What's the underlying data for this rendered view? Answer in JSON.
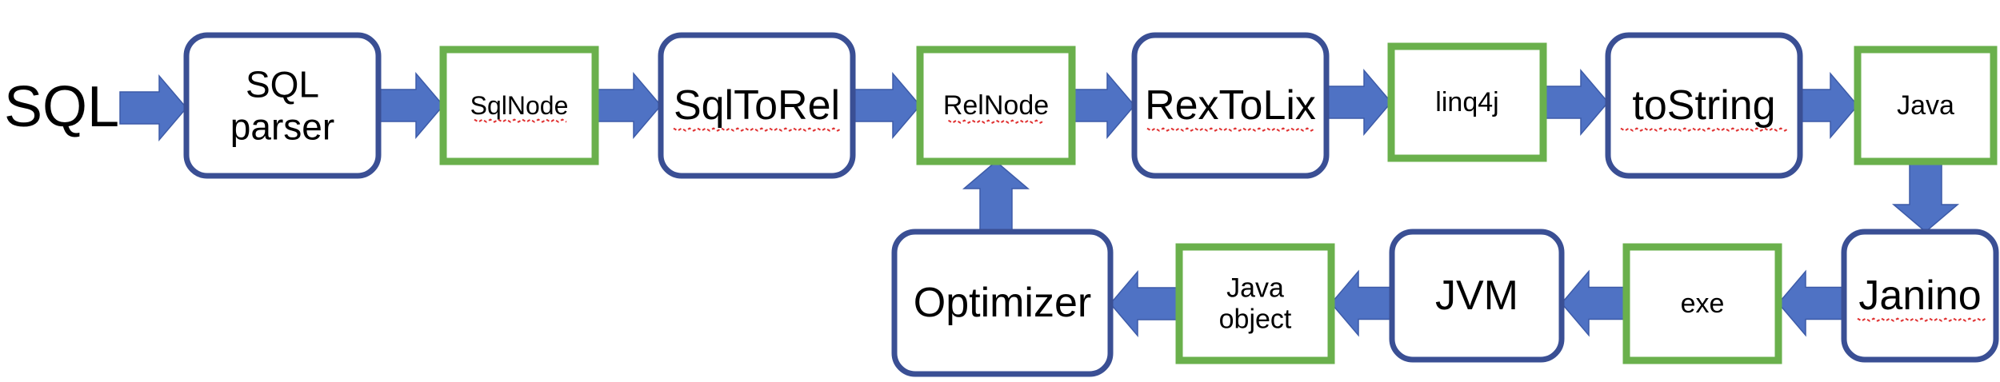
{
  "colors": {
    "process_border": "#3a4f94",
    "data_border": "#6ab04c",
    "arrow_fill": "#4f72c4",
    "text": "#000000"
  },
  "diagram": {
    "input_label": "SQL",
    "nodes": [
      {
        "id": "sql-parser",
        "kind": "process",
        "lines": [
          "SQL",
          "parser"
        ]
      },
      {
        "id": "sqlnode",
        "kind": "data",
        "lines": [
          "SqlNode"
        ]
      },
      {
        "id": "sqltorel",
        "kind": "process",
        "lines": [
          "SqlToRel"
        ]
      },
      {
        "id": "relnode",
        "kind": "data",
        "lines": [
          "RelNode"
        ]
      },
      {
        "id": "rextolix",
        "kind": "process",
        "lines": [
          "RexToLix"
        ]
      },
      {
        "id": "linq4j",
        "kind": "data",
        "lines": [
          "linq4j"
        ]
      },
      {
        "id": "tostring",
        "kind": "process",
        "lines": [
          "toString"
        ]
      },
      {
        "id": "java",
        "kind": "data",
        "lines": [
          "Java"
        ]
      },
      {
        "id": "janino",
        "kind": "process",
        "lines": [
          "Janino"
        ]
      },
      {
        "id": "exe",
        "kind": "data",
        "lines": [
          "exe"
        ]
      },
      {
        "id": "jvm",
        "kind": "process",
        "lines": [
          "JVM"
        ]
      },
      {
        "id": "java-object",
        "kind": "data",
        "lines": [
          "Java",
          "object"
        ]
      },
      {
        "id": "optimizer",
        "kind": "process",
        "lines": [
          "Optimizer"
        ]
      }
    ],
    "flow": [
      [
        "input",
        "sql-parser"
      ],
      [
        "sql-parser",
        "sqlnode"
      ],
      [
        "sqlnode",
        "sqltorel"
      ],
      [
        "sqltorel",
        "relnode"
      ],
      [
        "relnode",
        "rextolix"
      ],
      [
        "rextolix",
        "linq4j"
      ],
      [
        "linq4j",
        "tostring"
      ],
      [
        "tostring",
        "java"
      ],
      [
        "java",
        "janino"
      ],
      [
        "janino",
        "exe"
      ],
      [
        "exe",
        "jvm"
      ],
      [
        "jvm",
        "java-object"
      ],
      [
        "java-object",
        "optimizer"
      ],
      [
        "optimizer",
        "relnode"
      ]
    ]
  }
}
